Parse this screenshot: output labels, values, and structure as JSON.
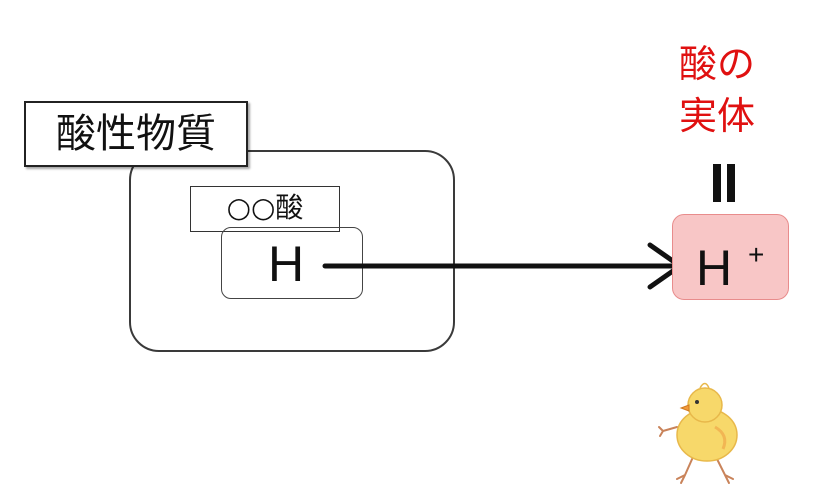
{
  "diagram": {
    "title_label": "酸性物質",
    "acid_name_label": "○○酸",
    "hydrogen_symbol": "H",
    "hydrogen_ion_symbol": "H",
    "hydrogen_ion_charge": "+",
    "red_label_line1": "酸の",
    "red_label_line2": "実体",
    "equals_symbol": "="
  },
  "colors": {
    "red_text": "#e01010",
    "ion_box_fill": "#f8c6c6",
    "ion_box_border": "#e88c8c",
    "outline": "#3a3a3a"
  },
  "icons": {
    "arrow": "right-arrow",
    "illustration": "chick-illustration"
  }
}
